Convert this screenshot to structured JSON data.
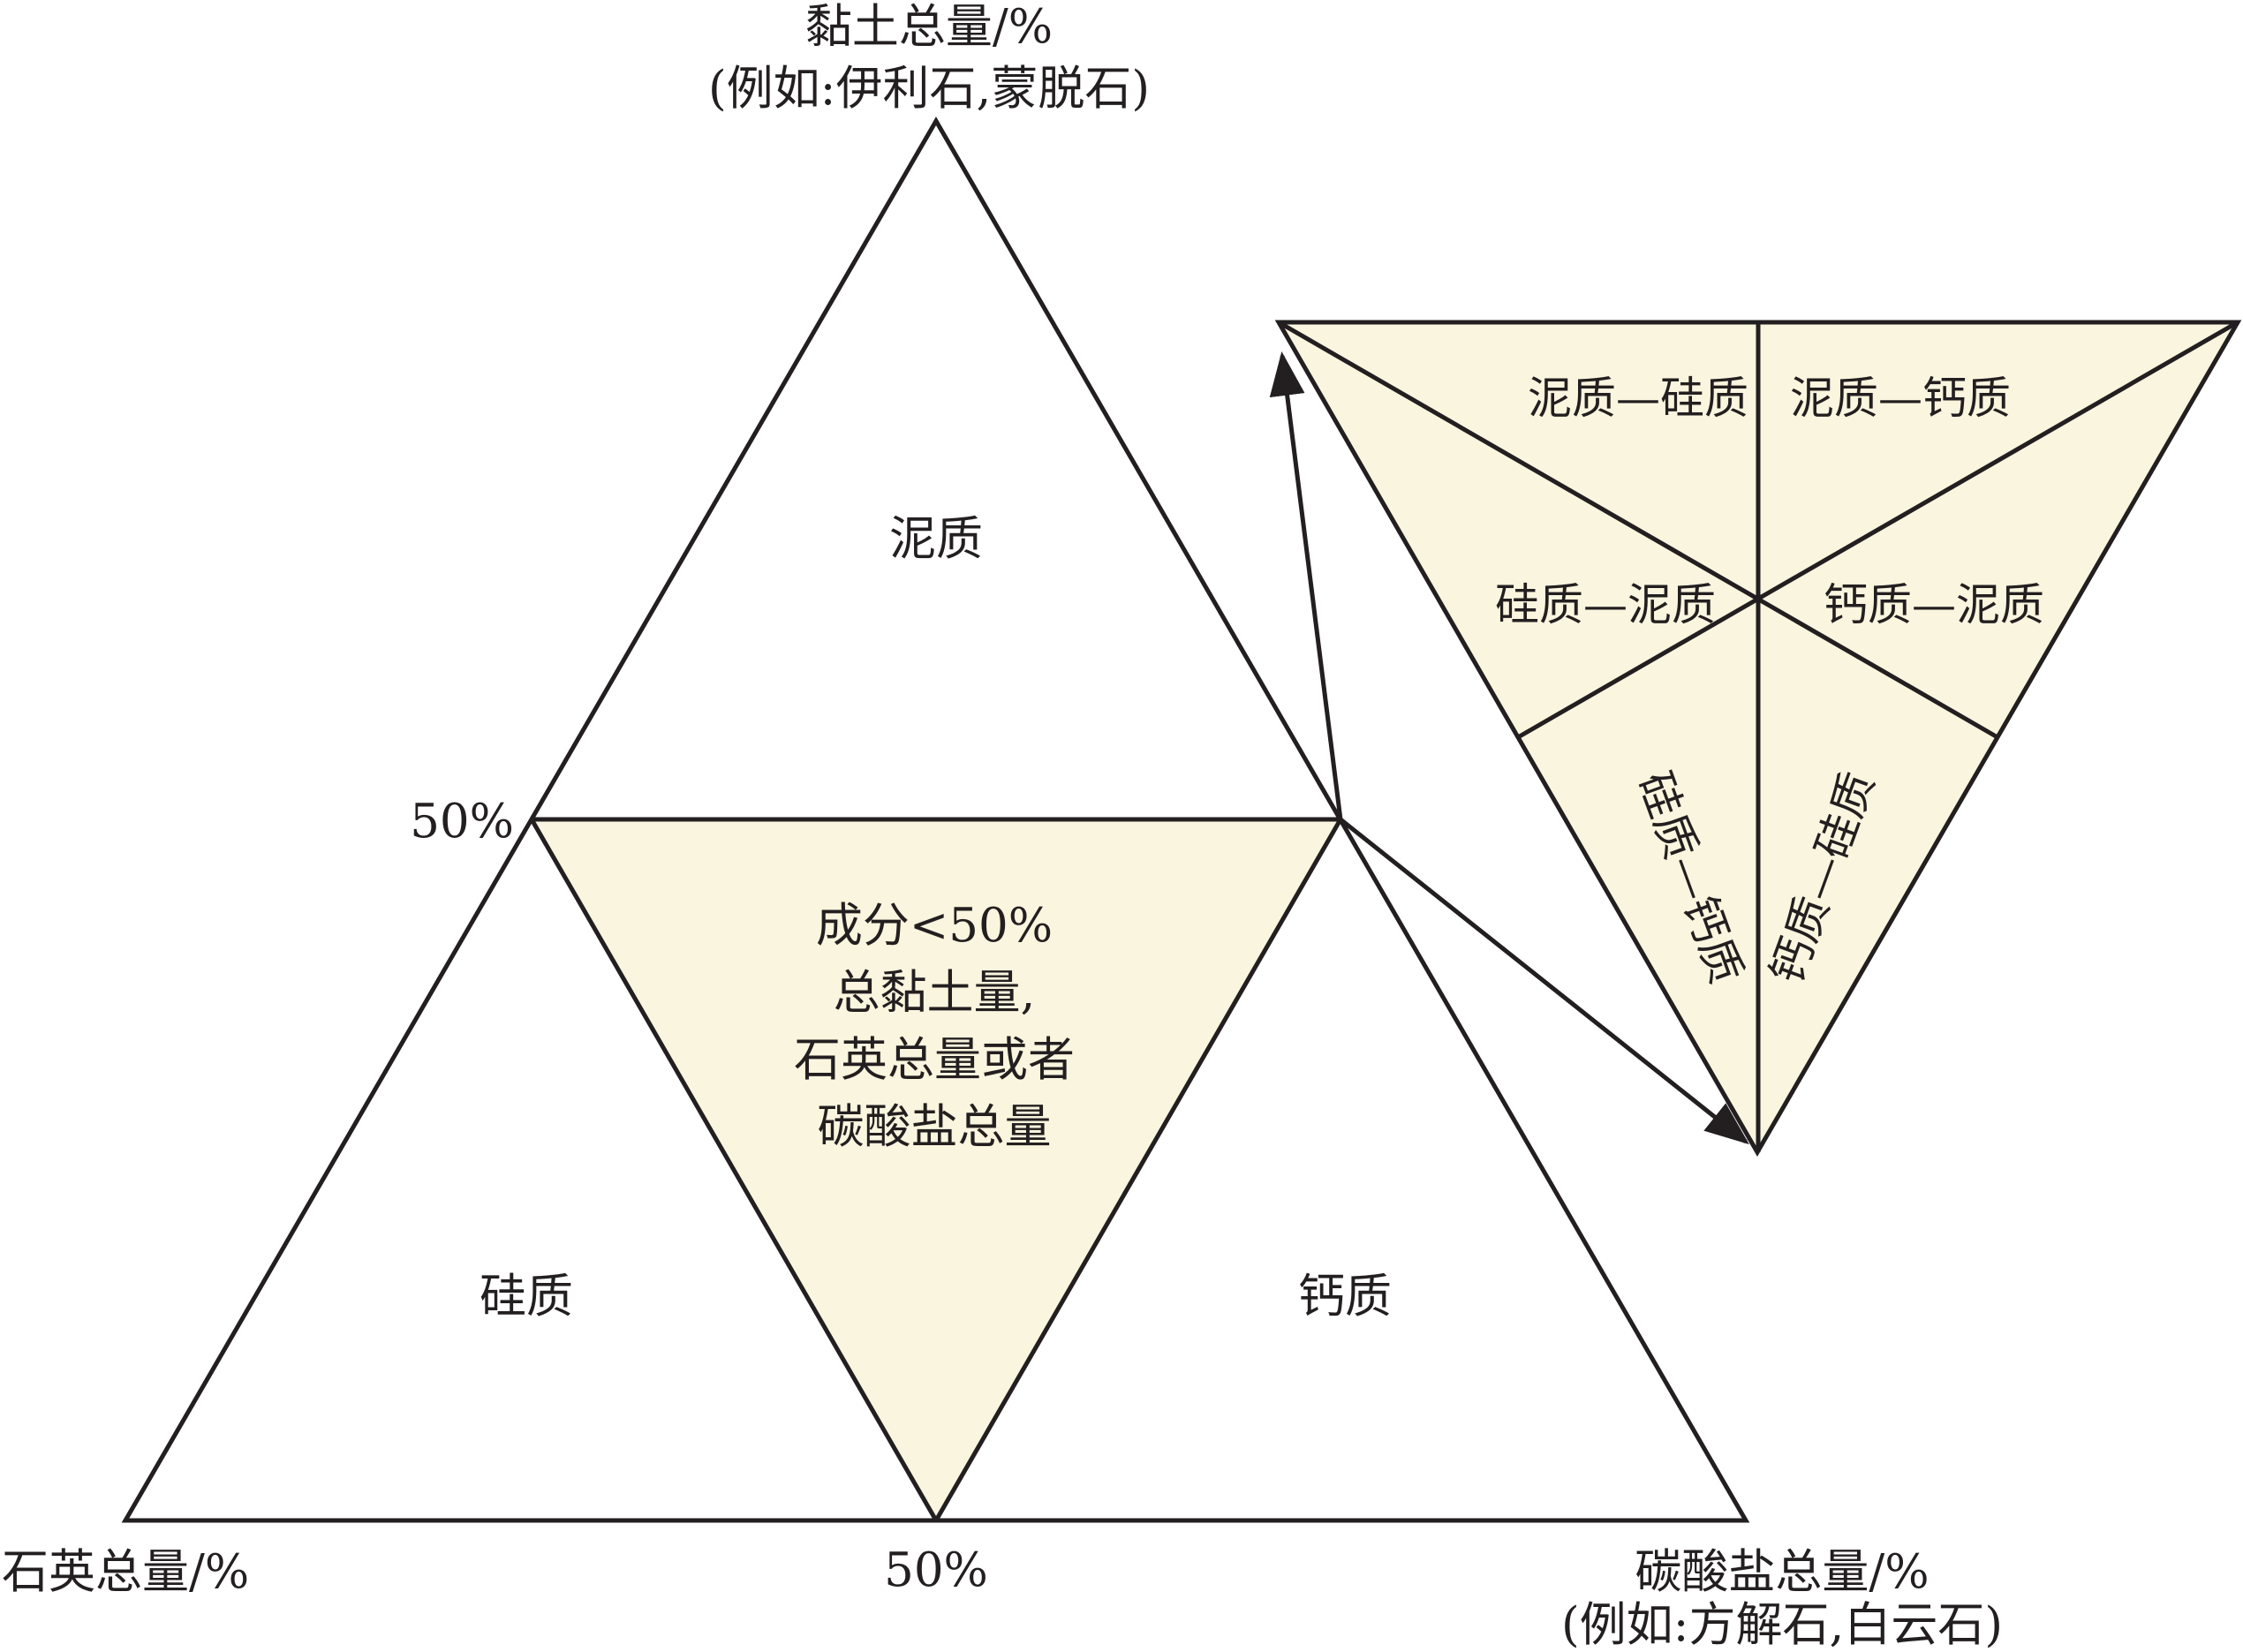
{
  "colors": {
    "ink": "#231f20",
    "fill": "#faf5de",
    "background": "#ffffff"
  },
  "apex_top": {
    "line1": "黏土总量/%",
    "line2": "(例如:伊利石,蒙脱石)"
  },
  "apex_left": {
    "line1": "石英总量/%"
  },
  "apex_right": {
    "line1": "碳酸盐总量/%",
    "line2": "(例如:方解石,白云石)"
  },
  "tick_left_50": "50%",
  "tick_bottom_50": "50%",
  "regions": {
    "top": "泥质",
    "left": "硅质",
    "right": "钙质",
    "center": [
      "成分<50%",
      "总黏土量,",
      "石英总量或者",
      "碳酸盐总量"
    ]
  },
  "inset": {
    "top_left": "泥质—硅质",
    "top_right": "泥质—钙质",
    "mid_left": "硅质—泥质",
    "mid_right": "钙质—泥质",
    "bottom_left": "硅质—钙质",
    "bottom_right": "钙质—硅质"
  }
}
